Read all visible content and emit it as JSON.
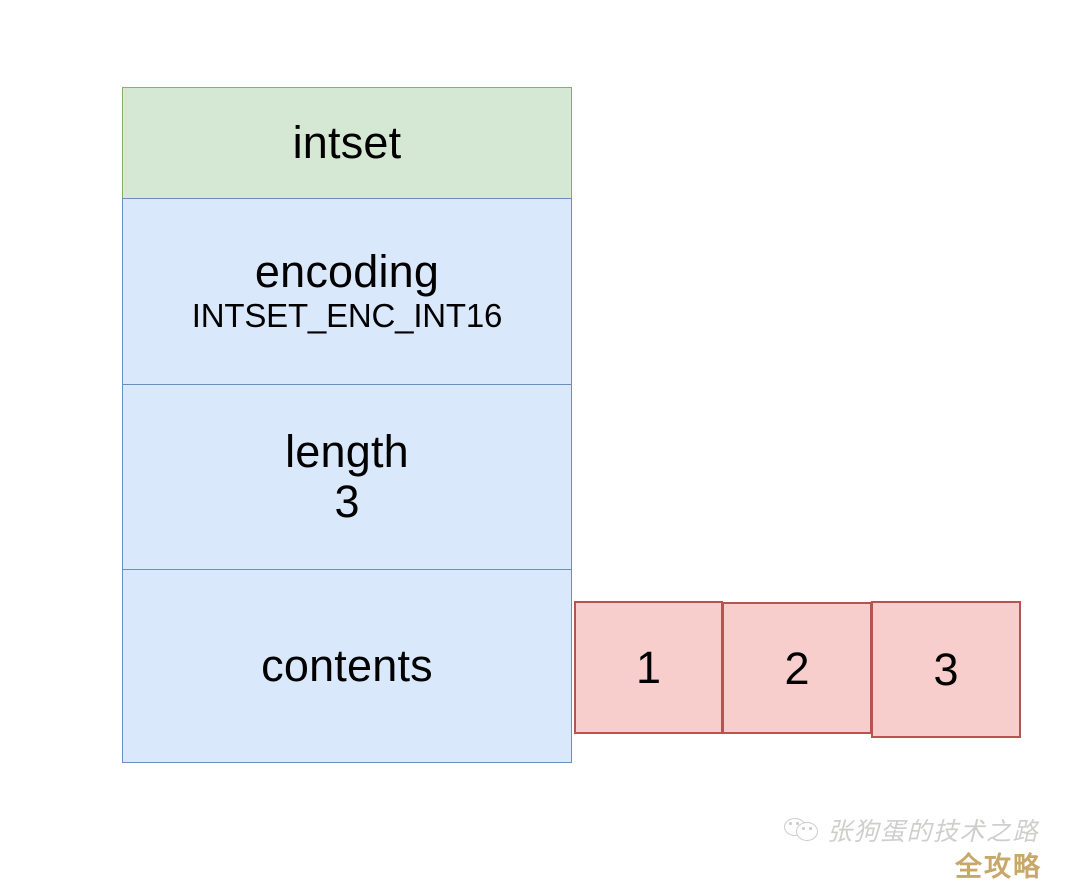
{
  "diagram": {
    "title": "intset",
    "struct": {
      "header": {
        "label": "intset"
      },
      "fields": [
        {
          "name": "encoding",
          "label": "encoding",
          "value": "INTSET_ENC_INT16"
        },
        {
          "name": "length",
          "label": "length",
          "value": "3"
        },
        {
          "name": "contents",
          "label": "contents",
          "value": ""
        }
      ]
    },
    "contents_array": {
      "cells": [
        {
          "value": "1"
        },
        {
          "value": "2"
        },
        {
          "value": "3"
        }
      ]
    },
    "colors": {
      "header_fill": "#d5e8d4",
      "header_border": "#82b366",
      "field_fill": "#dae8fc",
      "field_border": "#6c8ebf",
      "cell_fill": "#f8cecc",
      "cell_border": "#b85450",
      "text": "#000000",
      "watermark_text": "#8d8d88",
      "brand_text": "#c7a86a"
    }
  },
  "watermark": {
    "icon": "wechat-icon",
    "account_name": "张狗蛋的技术之路",
    "brand": "全攻略"
  }
}
